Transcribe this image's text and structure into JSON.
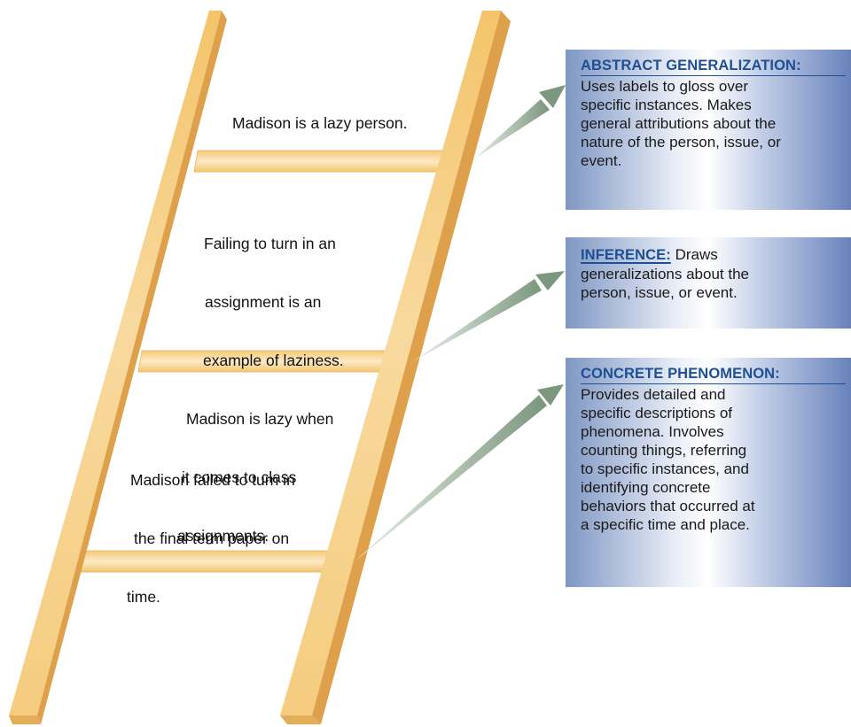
{
  "ladder": {
    "rung_top_text": [
      "Madison is a lazy person."
    ],
    "rung_middle_text": [
      "Failing to turn in an",
      "assignment is an",
      "example of laziness.",
      "Madison is lazy when",
      "it comes to class",
      "assignments."
    ],
    "rung_bottom_text": [
      "Madison failed to turn in",
      "the final term paper on",
      "time."
    ],
    "colors": {
      "rail": "#f3c671",
      "rail_light": "#fbe6bf",
      "rail_side": "#d99a2f",
      "rung": "#f7d596",
      "arrow": "#7c977e"
    }
  },
  "boxes": [
    {
      "title": "ABSTRACT GENERALIZATION:",
      "lines": [
        "Uses labels to gloss over",
        "specific instances. Makes",
        "general attributions about the",
        "nature of the person, issue, or",
        "event."
      ]
    },
    {
      "title": "INFERENCE:",
      "first_line_rest": " Draws",
      "lines": [
        "generalizations about the",
        "person, issue, or event."
      ]
    },
    {
      "title": "CONCRETE PHENOMENON:",
      "lines": [
        "Provides detailed and",
        "specific descriptions of",
        "phenomena. Involves",
        "counting things, referring",
        "to specific instances, and",
        "identifying concrete",
        "behaviors that occurred at",
        "a specific time and place."
      ]
    }
  ],
  "colors": {
    "title": "#1f4f94",
    "box_edge": "#6882bb",
    "box_center": "#ffffff"
  }
}
